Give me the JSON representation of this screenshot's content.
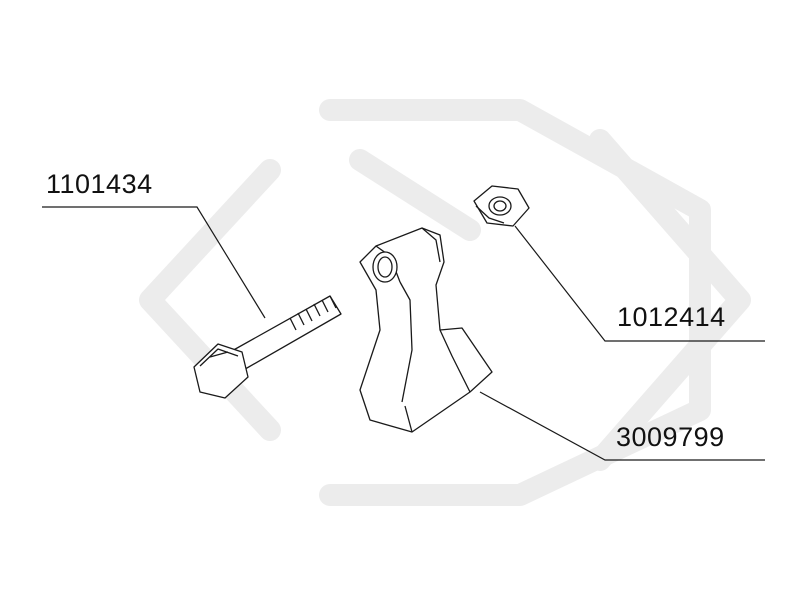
{
  "parts": {
    "bolt": {
      "part_number": "1101434",
      "icon": "hex-bolt-icon"
    },
    "nut": {
      "part_number": "1012414",
      "icon": "hex-nut-icon"
    },
    "blade": {
      "part_number": "3009799",
      "icon": "hammer-blade-icon"
    }
  },
  "colors": {
    "line": "#1a1a1a",
    "watermark": "#ececec",
    "background": "#ffffff"
  }
}
